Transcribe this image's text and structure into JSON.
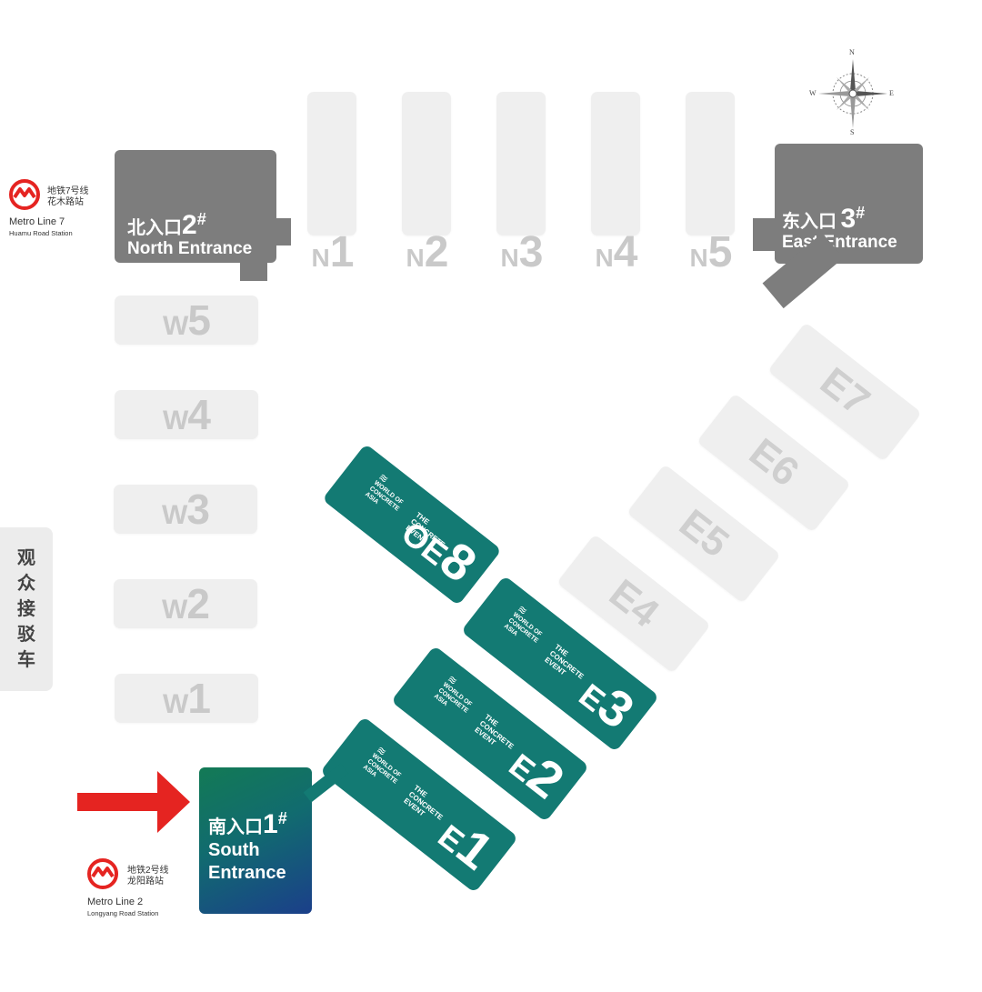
{
  "compass": {
    "n": "N",
    "s": "S",
    "e": "E",
    "w": "W"
  },
  "north_halls": [
    {
      "prefix": "N",
      "num": "1"
    },
    {
      "prefix": "N",
      "num": "2"
    },
    {
      "prefix": "N",
      "num": "3"
    },
    {
      "prefix": "N",
      "num": "4"
    },
    {
      "prefix": "N",
      "num": "5"
    }
  ],
  "west_halls": [
    {
      "prefix": "W",
      "num": "5"
    },
    {
      "prefix": "W",
      "num": "4"
    },
    {
      "prefix": "W",
      "num": "3"
    },
    {
      "prefix": "W",
      "num": "2"
    },
    {
      "prefix": "W",
      "num": "1"
    }
  ],
  "east_gray_halls": [
    {
      "prefix": "E",
      "num": "7"
    },
    {
      "prefix": "E",
      "num": "6"
    },
    {
      "prefix": "E",
      "num": "5"
    },
    {
      "prefix": "E",
      "num": "4"
    }
  ],
  "green_halls": [
    {
      "prefix": "OE",
      "num": "8"
    },
    {
      "prefix": "E",
      "num": "3"
    },
    {
      "prefix": "E",
      "num": "2"
    },
    {
      "prefix": "E",
      "num": "1"
    }
  ],
  "green_logo": {
    "line1": "WORLD OF",
    "line2": "CONCRETE",
    "line3": "ASIA",
    "event": "THE CONCRETE EVENT"
  },
  "north_entrance": {
    "cn": "北入口",
    "num": "2",
    "hash": "#",
    "en": "North Entrance"
  },
  "east_entrance": {
    "cn": "东入口",
    "num": "3",
    "hash": "#",
    "en": "East Entrance"
  },
  "south_entrance": {
    "cn": "南入口",
    "num": "1",
    "hash": "#",
    "en1": "South",
    "en2": "Entrance"
  },
  "metro_north": {
    "cn1": "地铁7号线",
    "cn2": "花木路站",
    "en": "Metro Line 7",
    "en_sub": "Huamu Road Station"
  },
  "metro_south": {
    "cn1": "地铁2号线",
    "cn2": "龙阳路站",
    "en": "Metro Line 2",
    "en_sub": "Longyang Road Station"
  },
  "shuttle": {
    "chars": [
      "观",
      "众",
      "接",
      "驳",
      "车"
    ]
  },
  "colors": {
    "green": "#137a73",
    "gray_entrance": "#7d7d7d",
    "hall": "#efefef",
    "arrow": "#e52421",
    "metro": "#e52421"
  }
}
